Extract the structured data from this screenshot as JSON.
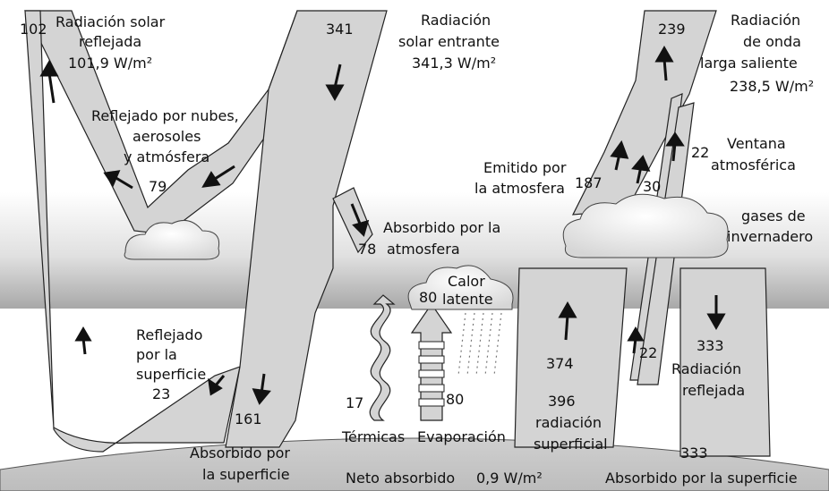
{
  "labels": {
    "reflected_solar_value": "102",
    "reflected_solar_title_1": "Radiación solar",
    "reflected_solar_title_2": "reflejada",
    "reflected_solar_wm2": "101,9 W/m²",
    "incoming_value": "341",
    "incoming_title_1": "Radiación",
    "incoming_title_2": "solar entrante",
    "incoming_wm2": "341,3 W/m²",
    "olr_value": "239",
    "olr_title_1": "Radiación",
    "olr_title_2": "de onda",
    "olr_title_3": "larga saliente",
    "olr_wm2": "238,5 W/m²",
    "reflected_clouds_1": "Reflejado por nubes,",
    "reflected_clouds_2": "aerosoles",
    "reflected_clouds_3": "y atmósfera",
    "reflected_clouds_value": "79",
    "absorbed_atm_1": "Absorbido por la",
    "absorbed_atm_2": "atmosfera",
    "absorbed_atm_value": "78",
    "emitted_atm_1": "Emitido por",
    "emitted_atm_2": "la atmosfera",
    "emitted_atm_value": "187",
    "window_1": "Ventana",
    "window_2": "atmosférica",
    "window_value": "22",
    "ghg_1": "gases de",
    "ghg_2": "invernadero",
    "ghg_to_space_value": "30",
    "latent_1": "Calor",
    "latent_2": "latente",
    "latent_value": "80",
    "reflected_surface_1": "Reflejado",
    "reflected_surface_2": "por la",
    "reflected_surface_3": "superficie",
    "reflected_surface_value": "23",
    "surface_abs_value": "161",
    "surface_abs_1": "Absorbido por",
    "surface_abs_2": "la superficie",
    "thermals_value": "17",
    "thermals_label": "Térmicas",
    "evap_value": "80",
    "evap_label": "Evaporación",
    "surface_up_value": "374",
    "surface_total_value": "396",
    "surface_rad_1": "radiación",
    "surface_rad_2": "superficial",
    "surface_window_value": "22",
    "back_rad_value": "333",
    "back_rad_1": "Radiación",
    "back_rad_2": "reflejada",
    "back_abs_value": "333",
    "back_abs_label": "Absorbido por la superficie",
    "net_label": "Neto absorbido",
    "net_value": "0,9 W/m²"
  },
  "colors": {
    "arrow_fill": "#d4d4d4",
    "outline": "#222222",
    "atmosphere_top": "#ffffff",
    "atmosphere_bottom": "#a9a9a9",
    "earth": "#c8c8c8",
    "cloud": "#f4f4f4",
    "rain": "#777777"
  }
}
